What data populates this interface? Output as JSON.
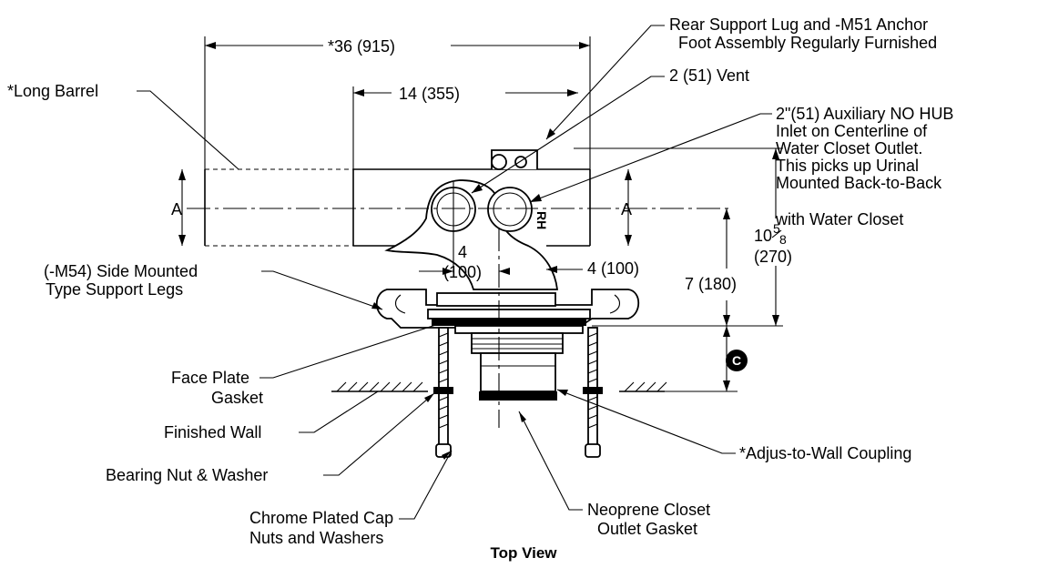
{
  "labels": {
    "rear_support_l1": "Rear Support Lug and -M51 Anchor",
    "rear_support_l2": "Foot Assembly Regularly Furnished",
    "vent": "2 (51) Vent",
    "aux_l1": "2\"(51) Auxiliary NO HUB",
    "aux_l2": "Inlet on Centerline of",
    "aux_l3": "Water Closet Outlet.",
    "aux_l4": "This picks up Urinal",
    "aux_l5": "Mounted Back-to-Back",
    "aux_l6": "with Water Closet",
    "long_barrel": "*Long Barrel",
    "side_legs_l1": "(-M54) Side Mounted",
    "side_legs_l2": "Type Support Legs",
    "face_plate_l1": "Face Plate",
    "face_plate_l2": "Gasket",
    "finished_wall": "Finished Wall",
    "bearing_nut": "Bearing Nut & Washer",
    "cap_nuts_l1": "Chrome Plated Cap",
    "cap_nuts_l2": "Nuts and Washers",
    "neoprene_l1": "Neoprene Closet",
    "neoprene_l2": "Outlet Gasket",
    "adjus_coupling": "*Adjus-to-Wall Coupling",
    "section_a": "A",
    "rh_mark": "RH",
    "centerline_mark": "C",
    "view_title": "Top View"
  },
  "dimensions": {
    "overall": "*36 (915)",
    "body": "14 (355)",
    "offset_left_l1": "4",
    "offset_left_l2": "(100)",
    "offset_right": "4 (100)",
    "height_7": "7 (180)",
    "height_10_whole": "10",
    "height_10_frac_num": "5",
    "height_10_frac_den": "8",
    "height_10_mm": "(270)"
  }
}
